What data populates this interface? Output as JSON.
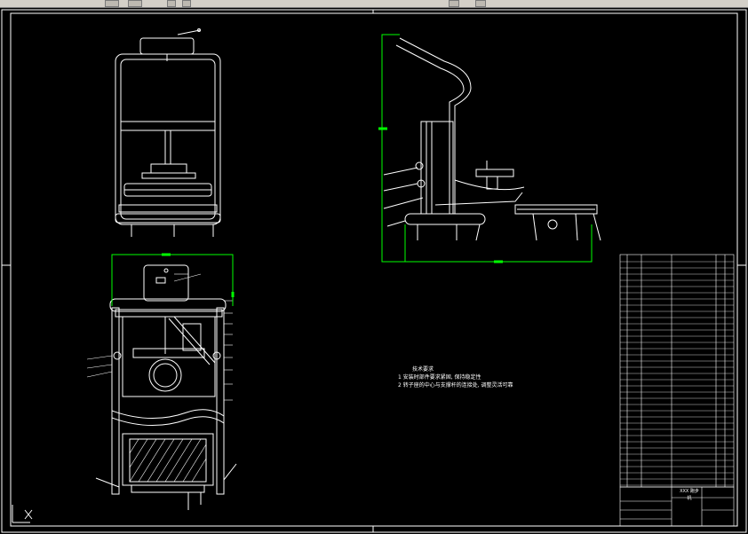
{
  "app": {
    "toolbar_buttons": [
      "layers-button",
      "properties-button",
      "zoom-button",
      "pan-button",
      "undo-button",
      "redo-button"
    ]
  },
  "drawing": {
    "notes_title": "技术要求",
    "notes": [
      "1  安装时部件要求紧固, 保持稳定性",
      "2  转子座的中心与支撑杆的连接处, 调整灵活可靠"
    ],
    "title_block_text": "XXX 跑步机"
  },
  "colors": {
    "background": "#000000",
    "lines": "#ffffff",
    "dimension": "#00ff00"
  }
}
